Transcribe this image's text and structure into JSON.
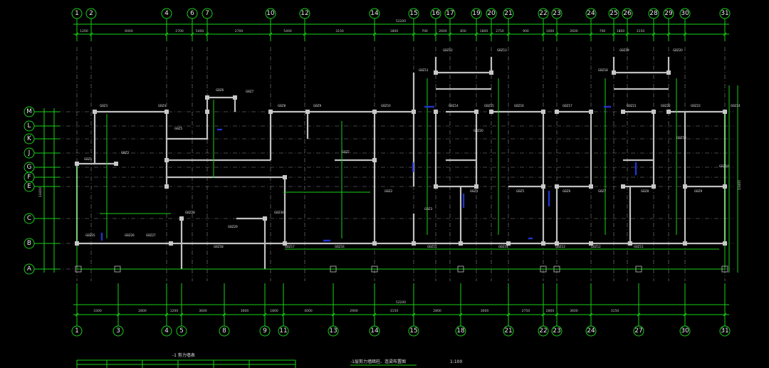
{
  "top_axes": [
    "1",
    "2",
    "4",
    "6",
    "7",
    "10",
    "12",
    "14",
    "15",
    "16",
    "17",
    "19",
    "20",
    "21",
    "22",
    "23",
    "24",
    "25",
    "26",
    "28",
    "29",
    "30",
    "31"
  ],
  "bottom_axes": [
    "1",
    "3",
    "4",
    "5",
    "8",
    "9",
    "11",
    "13",
    "14",
    "15",
    "18",
    "21",
    "22",
    "23",
    "24",
    "27",
    "30",
    "31"
  ],
  "left_axes": [
    "M",
    "L",
    "K",
    "J",
    "G",
    "F",
    "E",
    "C",
    "B",
    "A"
  ],
  "top_dims": [
    "1200",
    "6000",
    "2700",
    "5400",
    "2700",
    "5400",
    "3150",
    "1800",
    "700",
    "2600",
    "850",
    "1800",
    "2750",
    "900",
    "1000",
    "2600",
    "700",
    "1800",
    "3150"
  ],
  "top_total": "52200",
  "bottom_dims": [
    "3300",
    "2800",
    "1200",
    "3600",
    "3600",
    "1800",
    "4000",
    "2900",
    "3150",
    "2800",
    "3600",
    "2750",
    "2800",
    "3600",
    "3150"
  ],
  "bottom_total": "52200",
  "left_total": "13400",
  "right_total": "13400",
  "wall_labels": [
    "GBZ1",
    "GBZ2",
    "GBZ3",
    "GBZ4",
    "GBZ5",
    "GBZ6",
    "GBZ7",
    "GBZ8",
    "GBZ9",
    "GBZ10",
    "GBZ11",
    "GBZ12",
    "GBZ13",
    "GBZ14",
    "GBZ15",
    "GBZ16",
    "GBZ17",
    "GBZ18",
    "GBZ19",
    "GBZ20",
    "GBZ21",
    "GBZ22",
    "GBZ23",
    "GBZ24",
    "GBZ25",
    "GBZ26",
    "GBZ27",
    "GBZ28",
    "GBZ29",
    "GBZ30"
  ],
  "table_title": "-1 剪力墙表",
  "plan_title": "-1层剪力墙暗柱、连梁布置图",
  "scale": "1:100",
  "colors": {
    "line": "#18d018",
    "wall": "#c0c0c0",
    "blue": "#2233cc",
    "text": "#e0e0e0"
  }
}
